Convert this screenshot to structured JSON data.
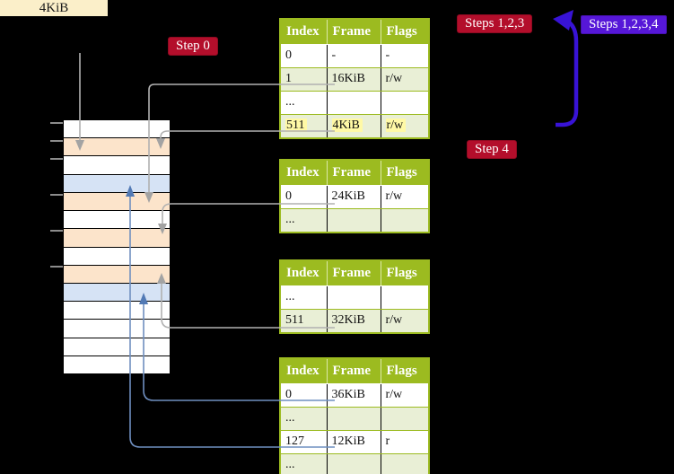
{
  "page_size_label": "4KiB",
  "badges": {
    "step0": "Step 0",
    "steps123": "Steps 1,2,3",
    "steps1234": "Steps 1,2,3,4",
    "step4": "Step 4"
  },
  "table_headers": [
    "Index",
    "Frame",
    "Flags"
  ],
  "tables": [
    {
      "name": "page-table-top",
      "rows": [
        [
          "0",
          "-",
          "-"
        ],
        [
          "1",
          "16KiB",
          "r/w"
        ],
        [
          "...",
          "",
          ""
        ],
        [
          "511",
          "4KiB",
          "r/w"
        ]
      ],
      "highlighted_row_index": 3,
      "highlight_color": "#fff9a6"
    },
    {
      "name": "page-table-second",
      "rows": [
        [
          "0",
          "24KiB",
          "r/w"
        ],
        [
          "...",
          "",
          ""
        ]
      ]
    },
    {
      "name": "page-table-third",
      "rows": [
        [
          "...",
          "",
          ""
        ],
        [
          "511",
          "32KiB",
          "r/w"
        ]
      ]
    },
    {
      "name": "page-table-fourth",
      "rows": [
        [
          "0",
          "36KiB",
          "r/w"
        ],
        [
          "...",
          "",
          ""
        ],
        [
          "127",
          "12KiB",
          "r"
        ],
        [
          "...",
          "",
          ""
        ]
      ]
    }
  ],
  "memory_rows": [
    "#ffffff",
    "#fce4cb",
    "#ffffff",
    "#d6e3f5",
    "#fce4cb",
    "#ffffff",
    "#fce4cb",
    "#ffffff",
    "#fce4cb",
    "#d6e3f5",
    "#ffffff",
    "#ffffff",
    "#ffffff",
    "#ffffff"
  ],
  "colors": {
    "table_header_green": "#9cbb20",
    "table_row_shade": "#e9efd6",
    "highlight_yellow": "#fff9a6",
    "badge_crimson": "#b30e2b",
    "badge_violet": "#5617d8",
    "big_arrow_blue": "#3813d6",
    "connector_gray": "#b1b1b1",
    "connector_blue": "#6f8fc0",
    "frame_peach": "#fce4cb",
    "frame_blue": "#d6e3f5",
    "label_cream": "#fbefc9"
  }
}
